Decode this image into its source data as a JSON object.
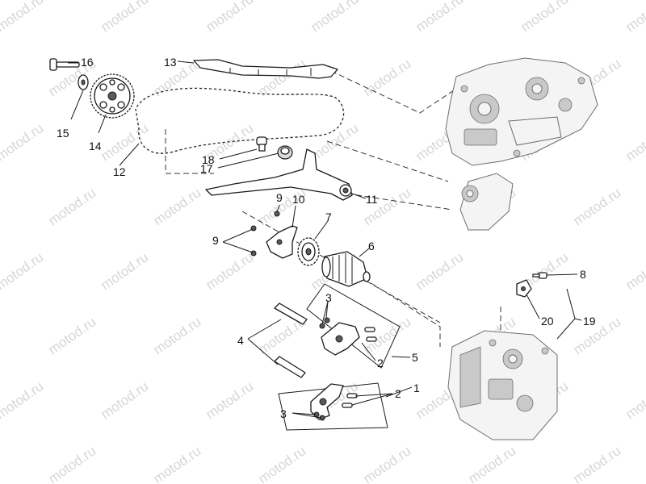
{
  "watermark": "motod.ru",
  "callouts": {
    "p1": "1",
    "p2a": "2",
    "p2b": "2",
    "p3a": "3",
    "p3b": "3",
    "p4": "4",
    "p5": "5",
    "p6": "6",
    "p7": "7",
    "p8": "8",
    "p9a": "9",
    "p9b": "9",
    "p10": "10",
    "p11": "11",
    "p12": "12",
    "p13": "13",
    "p14": "14",
    "p15": "15",
    "p16": "16",
    "p17": "17",
    "p18": "18",
    "p19": "19",
    "p20": "20"
  }
}
